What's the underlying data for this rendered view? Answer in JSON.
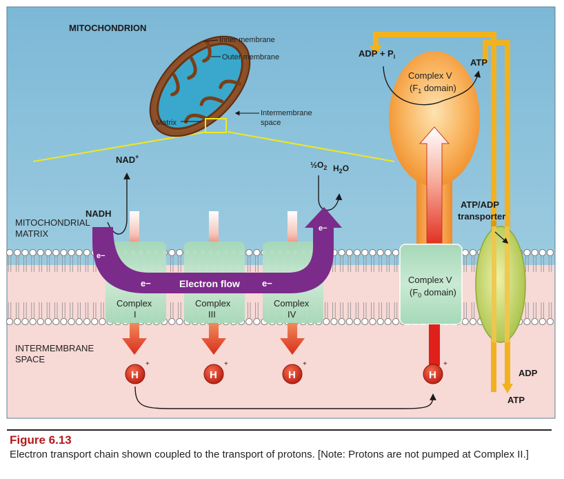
{
  "figure": {
    "title": "Figure 6.13",
    "caption": "Electron transport chain shown coupled to the transport of protons. [Note: Protons are not pumped at Complex II.]"
  },
  "mito": {
    "title": "MITOCHONDRION",
    "inner": "Inner membrane",
    "outer": "Outer membrane",
    "matrix": "Matrix",
    "ims1": "Intermembrane",
    "ims2": "space"
  },
  "regions": {
    "matrix1": "MITOCHONDRIAL",
    "matrix2": "MATRIX",
    "ims1": "INTERMEMBRANE",
    "ims2": "SPACE"
  },
  "complexes": [
    {
      "word": "Complex",
      "num": "I"
    },
    {
      "word": "Complex",
      "num": "III"
    },
    {
      "word": "Complex",
      "num": "IV"
    }
  ],
  "molecules": {
    "nadh": "NADH",
    "nad_base": "NAD",
    "nad_sup": "+",
    "o2_pre": "½O",
    "o2_sub": "2",
    "h2o_pre": "H",
    "h2o_sub": "2",
    "h2o_post": "O"
  },
  "flow": {
    "e_minus": "e−",
    "electron_flow": "Electron flow"
  },
  "proton": {
    "symbol": "H",
    "charge": "+"
  },
  "complex_v": {
    "f1_line1": "Complex V",
    "f1_pre": "(F",
    "f1_sub": "1",
    "f1_post": " domain)",
    "f0_line1": "Complex V",
    "f0_pre": "(F",
    "f0_sub": "0",
    "f0_post": " domain)"
  },
  "atp_synth": {
    "adp_pi_pre": "ADP + P",
    "adp_pi_sub": "i",
    "atp": "ATP"
  },
  "transporter": {
    "line1": "ATP/ADP",
    "line2": "transporter",
    "adp": "ADP",
    "atp": "ATP"
  },
  "colors": {
    "sky": "#87c0db",
    "ims": "#f7d8d6",
    "electron_flow": "#7b2b8a",
    "complex_green": "#b8e0c4",
    "proton_red": "#d93a25",
    "complex_v_orange": "#f7a23a",
    "transporter_gold": "#f2b21f",
    "transporter_green": "#c6d86c"
  }
}
